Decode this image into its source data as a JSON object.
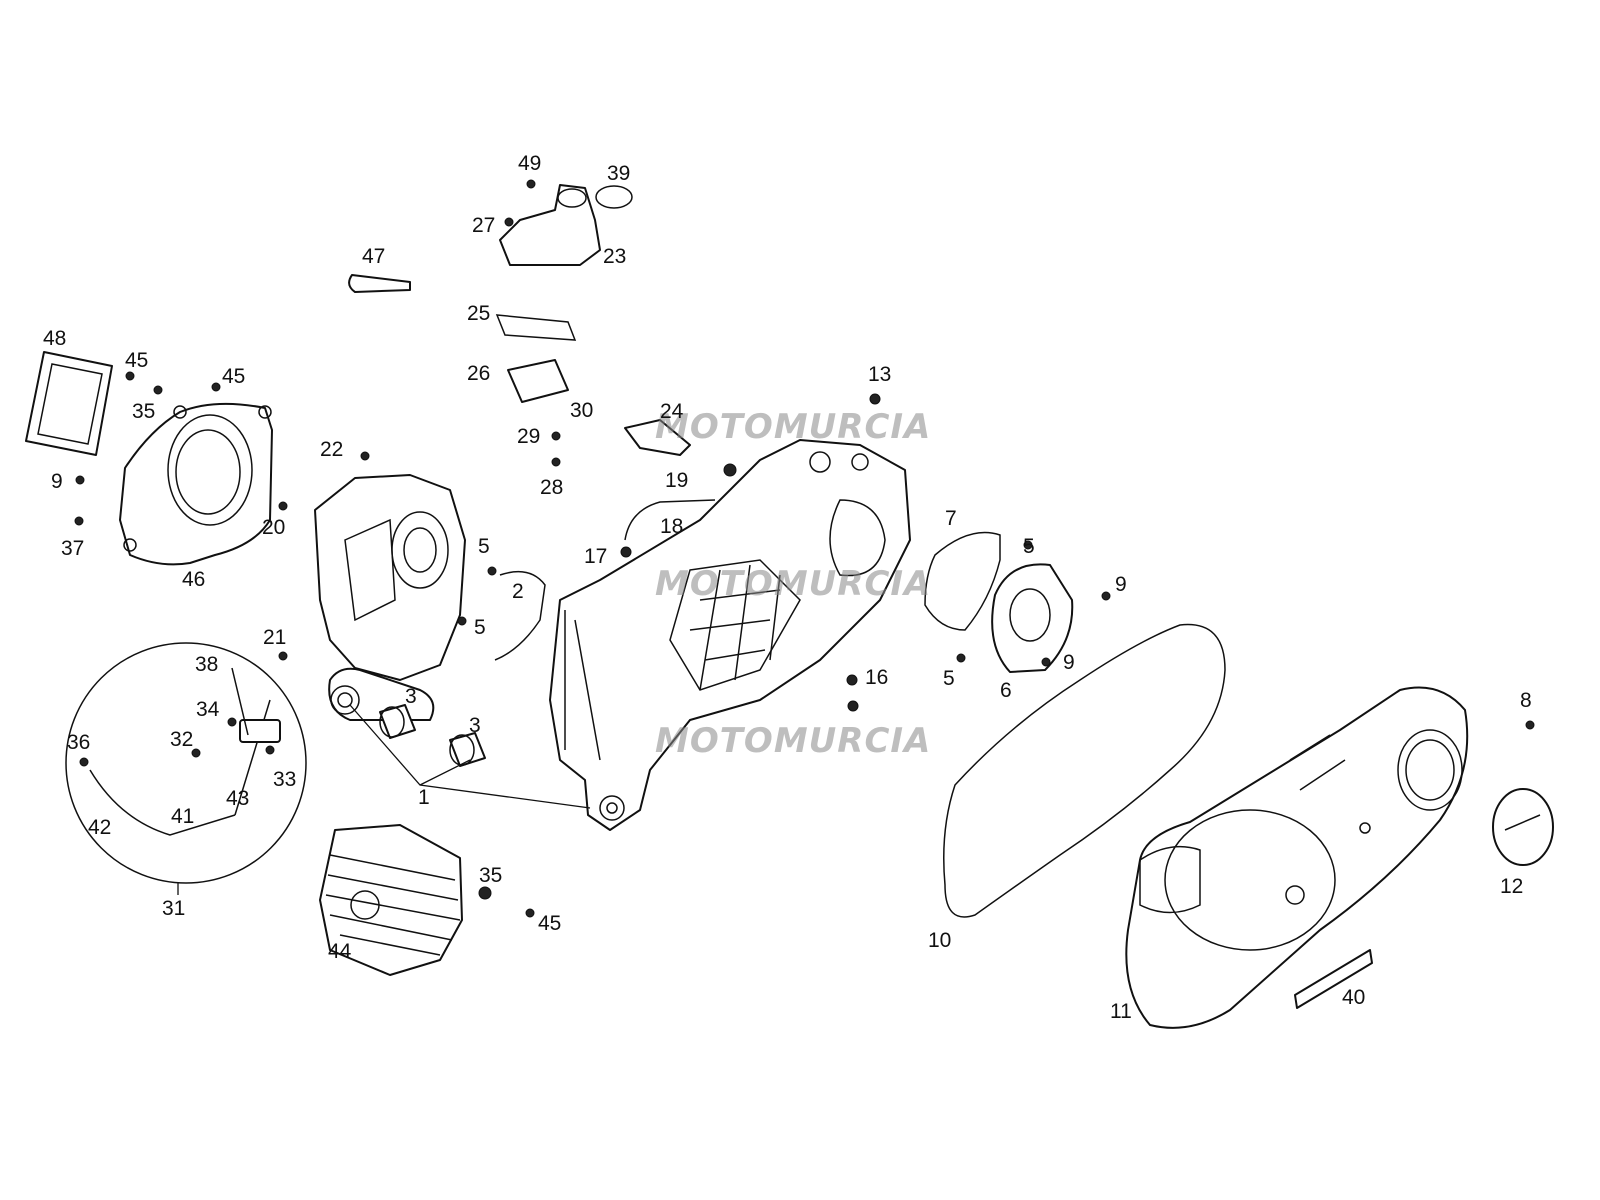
{
  "watermark": {
    "text": "MOTOMURCIA"
  },
  "labels": {
    "p1": "1",
    "p2": "2",
    "p3a": "3",
    "p3b": "3",
    "p5a": "5",
    "p5b": "5",
    "p5c": "5",
    "p5d": "5",
    "p6": "6",
    "p7": "7",
    "p8": "8",
    "p9a": "9",
    "p9b": "9",
    "p9c": "9",
    "p10": "10",
    "p11": "11",
    "p12": "12",
    "p13": "13",
    "p16": "16",
    "p17": "17",
    "p18": "18",
    "p19": "19",
    "p20": "20",
    "p21": "21",
    "p22": "22",
    "p23": "23",
    "p24": "24",
    "p25": "25",
    "p26": "26",
    "p27": "27",
    "p28": "28",
    "p29": "29",
    "p30": "30",
    "p31": "31",
    "p32": "32",
    "p33": "33",
    "p34": "34",
    "p35a": "35",
    "p35b": "35",
    "p36": "36",
    "p37": "37",
    "p38": "38",
    "p39": "39",
    "p40": "40",
    "p41": "41",
    "p42": "42",
    "p43": "43",
    "p44": "44",
    "p45a": "45",
    "p45b": "45",
    "p45c": "45",
    "p46": "46",
    "p47": "47",
    "p48": "48",
    "p49": "49"
  }
}
